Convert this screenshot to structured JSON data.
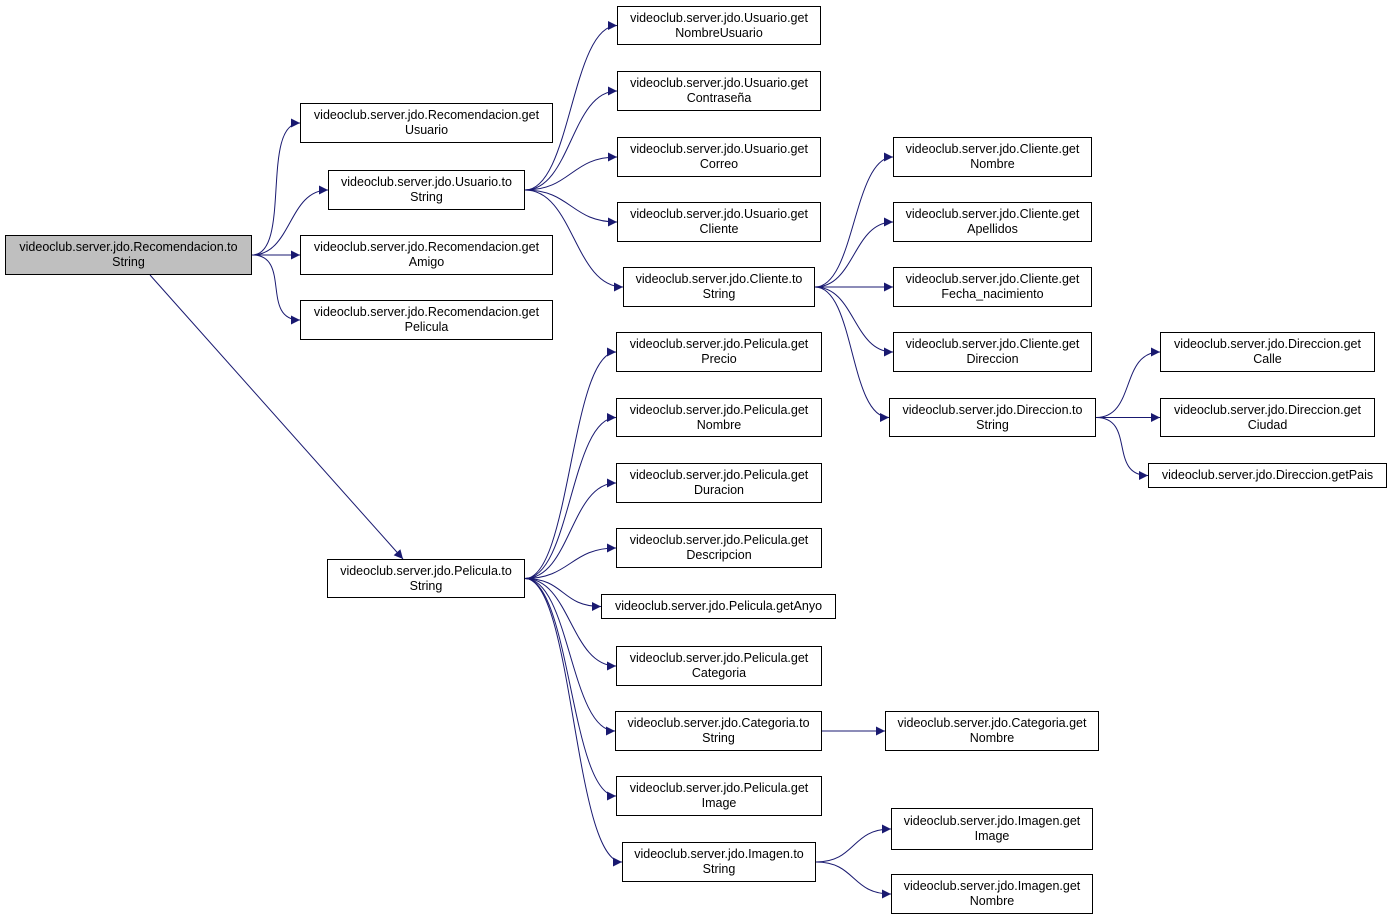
{
  "colors": {
    "edge": "#191970",
    "root_fill": "#bfbfbf",
    "node_fill": "#ffffff",
    "border": "#000000"
  },
  "nodes": [
    {
      "id": "rec_tostring",
      "lines": [
        "videoclub.server.jdo.Recomendacion.to",
        "String"
      ],
      "root": true
    },
    {
      "id": "rec_getusuario",
      "lines": [
        "videoclub.server.jdo.Recomendacion.get",
        "Usuario"
      ]
    },
    {
      "id": "usu_tostring",
      "lines": [
        "videoclub.server.jdo.Usuario.to",
        "String"
      ]
    },
    {
      "id": "rec_getamigo",
      "lines": [
        "videoclub.server.jdo.Recomendacion.get",
        "Amigo"
      ]
    },
    {
      "id": "rec_getpelicula",
      "lines": [
        "videoclub.server.jdo.Recomendacion.get",
        "Pelicula"
      ]
    },
    {
      "id": "usu_getnombre",
      "lines": [
        "videoclub.server.jdo.Usuario.get",
        "NombreUsuario"
      ]
    },
    {
      "id": "usu_getpass",
      "lines": [
        "videoclub.server.jdo.Usuario.get",
        "Contraseña"
      ]
    },
    {
      "id": "usu_getcorreo",
      "lines": [
        "videoclub.server.jdo.Usuario.get",
        "Correo"
      ]
    },
    {
      "id": "usu_getcliente",
      "lines": [
        "videoclub.server.jdo.Usuario.get",
        "Cliente"
      ]
    },
    {
      "id": "cli_tostring",
      "lines": [
        "videoclub.server.jdo.Cliente.to",
        "String"
      ]
    },
    {
      "id": "cli_getnombre",
      "lines": [
        "videoclub.server.jdo.Cliente.get",
        "Nombre"
      ]
    },
    {
      "id": "cli_getapellidos",
      "lines": [
        "videoclub.server.jdo.Cliente.get",
        "Apellidos"
      ]
    },
    {
      "id": "cli_getfecha",
      "lines": [
        "videoclub.server.jdo.Cliente.get",
        "Fecha_nacimiento"
      ]
    },
    {
      "id": "cli_getdireccion",
      "lines": [
        "videoclub.server.jdo.Cliente.get",
        "Direccion"
      ]
    },
    {
      "id": "dir_tostring",
      "lines": [
        "videoclub.server.jdo.Direccion.to",
        "String"
      ]
    },
    {
      "id": "dir_getcalle",
      "lines": [
        "videoclub.server.jdo.Direccion.get",
        "Calle"
      ]
    },
    {
      "id": "dir_getciudad",
      "lines": [
        "videoclub.server.jdo.Direccion.get",
        "Ciudad"
      ]
    },
    {
      "id": "dir_getpais",
      "lines": [
        "videoclub.server.jdo.Direccion.getPais"
      ]
    },
    {
      "id": "pel_tostring",
      "lines": [
        "videoclub.server.jdo.Pelicula.to",
        "String"
      ]
    },
    {
      "id": "pel_getprecio",
      "lines": [
        "videoclub.server.jdo.Pelicula.get",
        "Precio"
      ]
    },
    {
      "id": "pel_getnombre",
      "lines": [
        "videoclub.server.jdo.Pelicula.get",
        "Nombre"
      ]
    },
    {
      "id": "pel_getduracion",
      "lines": [
        "videoclub.server.jdo.Pelicula.get",
        "Duracion"
      ]
    },
    {
      "id": "pel_getdescripcion",
      "lines": [
        "videoclub.server.jdo.Pelicula.get",
        "Descripcion"
      ]
    },
    {
      "id": "pel_getanyo",
      "lines": [
        "videoclub.server.jdo.Pelicula.getAnyo"
      ]
    },
    {
      "id": "pel_getcategoria",
      "lines": [
        "videoclub.server.jdo.Pelicula.get",
        "Categoria"
      ]
    },
    {
      "id": "cat_tostring",
      "lines": [
        "videoclub.server.jdo.Categoria.to",
        "String"
      ]
    },
    {
      "id": "cat_getnombre",
      "lines": [
        "videoclub.server.jdo.Categoria.get",
        "Nombre"
      ]
    },
    {
      "id": "pel_getimage",
      "lines": [
        "videoclub.server.jdo.Pelicula.get",
        "Image"
      ]
    },
    {
      "id": "img_tostring",
      "lines": [
        "videoclub.server.jdo.Imagen.to",
        "String"
      ]
    },
    {
      "id": "img_getimage",
      "lines": [
        "videoclub.server.jdo.Imagen.get",
        "Image"
      ]
    },
    {
      "id": "img_getnombre",
      "lines": [
        "videoclub.server.jdo.Imagen.get",
        "Nombre"
      ]
    }
  ],
  "edges": [
    [
      "rec_tostring",
      "rec_getusuario"
    ],
    [
      "rec_tostring",
      "usu_tostring"
    ],
    [
      "rec_tostring",
      "rec_getamigo"
    ],
    [
      "rec_tostring",
      "rec_getpelicula"
    ],
    [
      "rec_tostring",
      "pel_tostring"
    ],
    [
      "usu_tostring",
      "usu_getnombre"
    ],
    [
      "usu_tostring",
      "usu_getpass"
    ],
    [
      "usu_tostring",
      "usu_getcorreo"
    ],
    [
      "usu_tostring",
      "usu_getcliente"
    ],
    [
      "usu_tostring",
      "cli_tostring"
    ],
    [
      "cli_tostring",
      "cli_getnombre"
    ],
    [
      "cli_tostring",
      "cli_getapellidos"
    ],
    [
      "cli_tostring",
      "cli_getfecha"
    ],
    [
      "cli_tostring",
      "cli_getdireccion"
    ],
    [
      "cli_tostring",
      "dir_tostring"
    ],
    [
      "dir_tostring",
      "dir_getcalle"
    ],
    [
      "dir_tostring",
      "dir_getciudad"
    ],
    [
      "dir_tostring",
      "dir_getpais"
    ],
    [
      "pel_tostring",
      "pel_getprecio"
    ],
    [
      "pel_tostring",
      "pel_getnombre"
    ],
    [
      "pel_tostring",
      "pel_getduracion"
    ],
    [
      "pel_tostring",
      "pel_getdescripcion"
    ],
    [
      "pel_tostring",
      "pel_getanyo"
    ],
    [
      "pel_tostring",
      "pel_getcategoria"
    ],
    [
      "pel_tostring",
      "cat_tostring"
    ],
    [
      "pel_tostring",
      "pel_getimage"
    ],
    [
      "pel_tostring",
      "img_tostring"
    ],
    [
      "cat_tostring",
      "cat_getnombre"
    ],
    [
      "img_tostring",
      "img_getimage"
    ],
    [
      "img_tostring",
      "img_getnombre"
    ]
  ]
}
